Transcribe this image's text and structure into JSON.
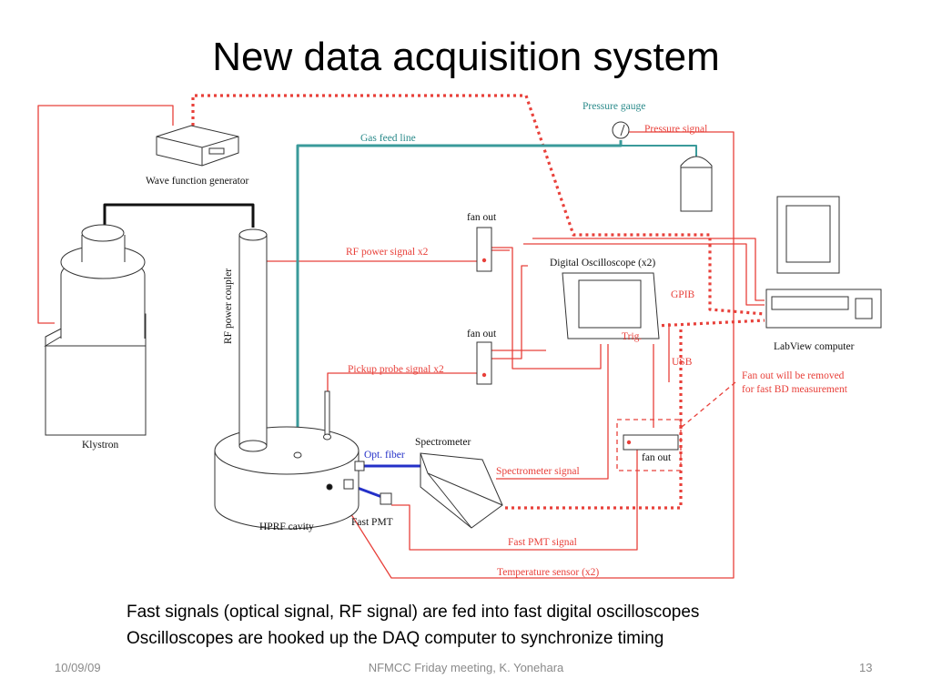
{
  "slide": {
    "title": "New data acquisition system",
    "caption_lines": [
      "Fast signals (optical signal, RF signal) are fed into fast digital oscilloscopes",
      "Oscilloscopes are hooked up the DAQ computer to synchronize timing"
    ],
    "footer": {
      "date": "10/09/09",
      "center": "NFMCC Friday meeting, K. Yonehara",
      "page": "13"
    }
  },
  "diagram": {
    "labels": {
      "pressure_gauge": "Pressure gauge",
      "pressure_signal": "Pressure signal",
      "gas_feed_line": "Gas feed line",
      "wave_function_generator": "Wave function generator",
      "fan_out_1": "fan out",
      "fan_out_2": "fan out",
      "fan_out_3": "fan out",
      "rf_power_signal": "RF power signal x2",
      "pickup_probe_signal": "Pickup probe signal x2",
      "digital_oscilloscope": "Digital Oscilloscope (x2)",
      "gpib": "GPIB",
      "trig": "Trig.",
      "usb": "USB",
      "labview_computer": "LabView computer",
      "fan_out_note_1": "Fan out will be removed",
      "fan_out_note_2": "for fast BD measurement",
      "rf_power_coupler": "RF power coupler",
      "klystron": "Klystron",
      "hprf_cavity": "HPRF cavity",
      "opt_fiber": "Opt. fiber",
      "spectrometer": "Spectrometer",
      "spectrometer_signal": "Spectrometer signal",
      "fast_pmt": "Fast PMT",
      "fast_pmt_signal": "Fast PMT signal",
      "temperature_sensor": "Temperature sensor (x2)"
    },
    "colors": {
      "signal_red": "#e8403a",
      "gas_teal": "#3a9a9a",
      "fiber_blue": "#2430c8",
      "outline": "#333333"
    }
  }
}
